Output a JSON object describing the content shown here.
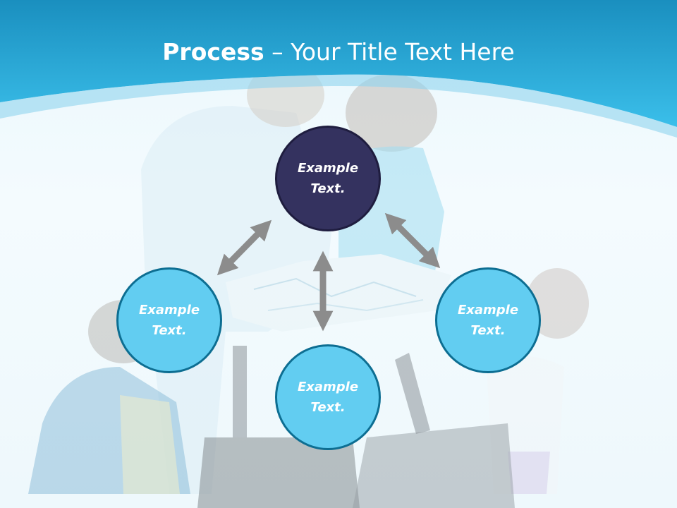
{
  "slide": {
    "title_bold": "Process",
    "title_rest": " – Your Title Text Here",
    "colors": {
      "header_top": "#1a8fbf",
      "header_bottom": "#3bbfea",
      "dark_node": "#34325f",
      "light_node": "#62cdf1",
      "arrow": "#8c8c8c"
    }
  },
  "nodes": {
    "top": {
      "text": "Example\nText.",
      "style": "dark"
    },
    "left": {
      "text": "Example\nText.",
      "style": "light"
    },
    "right": {
      "text": "Example\nText.",
      "style": "light"
    },
    "bottom": {
      "text": "Example\nText.",
      "style": "light"
    }
  },
  "background_photo": {
    "description_icon": "family-with-map-and-luggage-photo"
  },
  "arrow_icons": [
    "double-arrow-diagonal-left",
    "double-arrow-vertical",
    "double-arrow-diagonal-right"
  ]
}
